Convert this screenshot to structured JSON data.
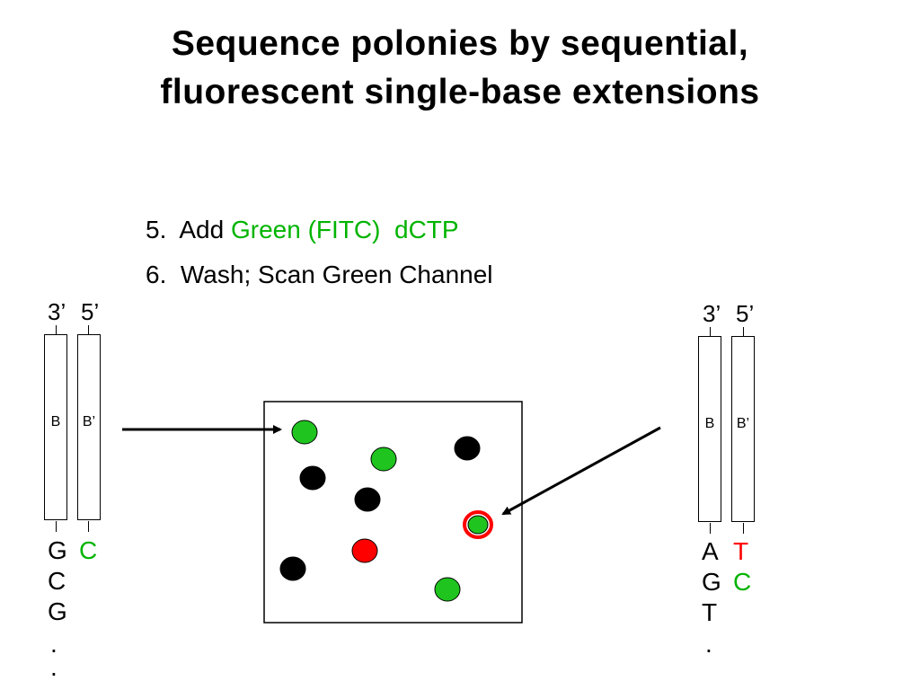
{
  "title": {
    "line1": "Sequence polonies by sequential,",
    "line2": "fluorescent single-base extensions"
  },
  "steps": [
    {
      "number": "5.",
      "text": "Add",
      "highlight": "Green (FITC)  dCTP"
    },
    {
      "number": "6.",
      "text": "Wash; Scan Green Channel"
    }
  ],
  "left_molecule": {
    "end_3": "3’",
    "end_5": "5’",
    "strand_b": "B",
    "strand_b_prime": "B’",
    "template_bases": [
      "G",
      "C",
      "G",
      ".",
      "."
    ],
    "extended_bases": [
      {
        "base": "C",
        "color": "green"
      }
    ]
  },
  "right_molecule": {
    "end_3": "3’",
    "end_5": "5’",
    "strand_b": "B",
    "strand_b_prime": "B’",
    "template_bases": [
      "A",
      "G",
      "T",
      "."
    ],
    "extended_bases": [
      {
        "base": "T",
        "color": "red"
      },
      {
        "base": "C",
        "color": "green"
      }
    ]
  },
  "colors": {
    "green": "#00b400",
    "red": "#ff0000",
    "dot_green": "#1fc41f",
    "dot_red": "#ff0000",
    "dot_black": "#000000"
  },
  "polonies": [
    {
      "color": "green",
      "outline": "none"
    },
    {
      "color": "green",
      "outline": "none"
    },
    {
      "color": "black",
      "outline": "none"
    },
    {
      "color": "black",
      "outline": "none"
    },
    {
      "color": "black",
      "outline": "none"
    },
    {
      "color": "green",
      "outline": "red"
    },
    {
      "color": "red",
      "outline": "none"
    },
    {
      "color": "black",
      "outline": "none"
    },
    {
      "color": "green",
      "outline": "none"
    }
  ]
}
